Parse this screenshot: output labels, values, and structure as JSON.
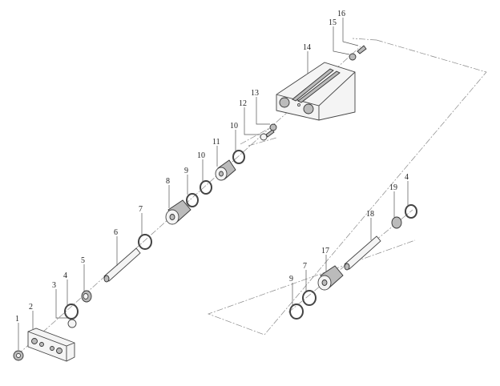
{
  "diagram": {
    "type": "exploded-parts-view",
    "callouts": [
      {
        "id": "c1",
        "label": "1"
      },
      {
        "id": "c2",
        "label": "2"
      },
      {
        "id": "c3",
        "label": "3"
      },
      {
        "id": "c4a",
        "label": "4"
      },
      {
        "id": "c5",
        "label": "5"
      },
      {
        "id": "c6",
        "label": "6"
      },
      {
        "id": "c7a",
        "label": "7"
      },
      {
        "id": "c8",
        "label": "8"
      },
      {
        "id": "c9a",
        "label": "9"
      },
      {
        "id": "c10a",
        "label": "10"
      },
      {
        "id": "c11",
        "label": "11"
      },
      {
        "id": "c10b",
        "label": "10"
      },
      {
        "id": "c12",
        "label": "12"
      },
      {
        "id": "c13",
        "label": "13"
      },
      {
        "id": "c14",
        "label": "14"
      },
      {
        "id": "c15",
        "label": "15"
      },
      {
        "id": "c16",
        "label": "16"
      },
      {
        "id": "c4b",
        "label": "4"
      },
      {
        "id": "c19",
        "label": "19"
      },
      {
        "id": "c18",
        "label": "18"
      },
      {
        "id": "c17",
        "label": "17"
      },
      {
        "id": "c7b",
        "label": "7"
      },
      {
        "id": "c9b",
        "label": "9"
      }
    ]
  }
}
